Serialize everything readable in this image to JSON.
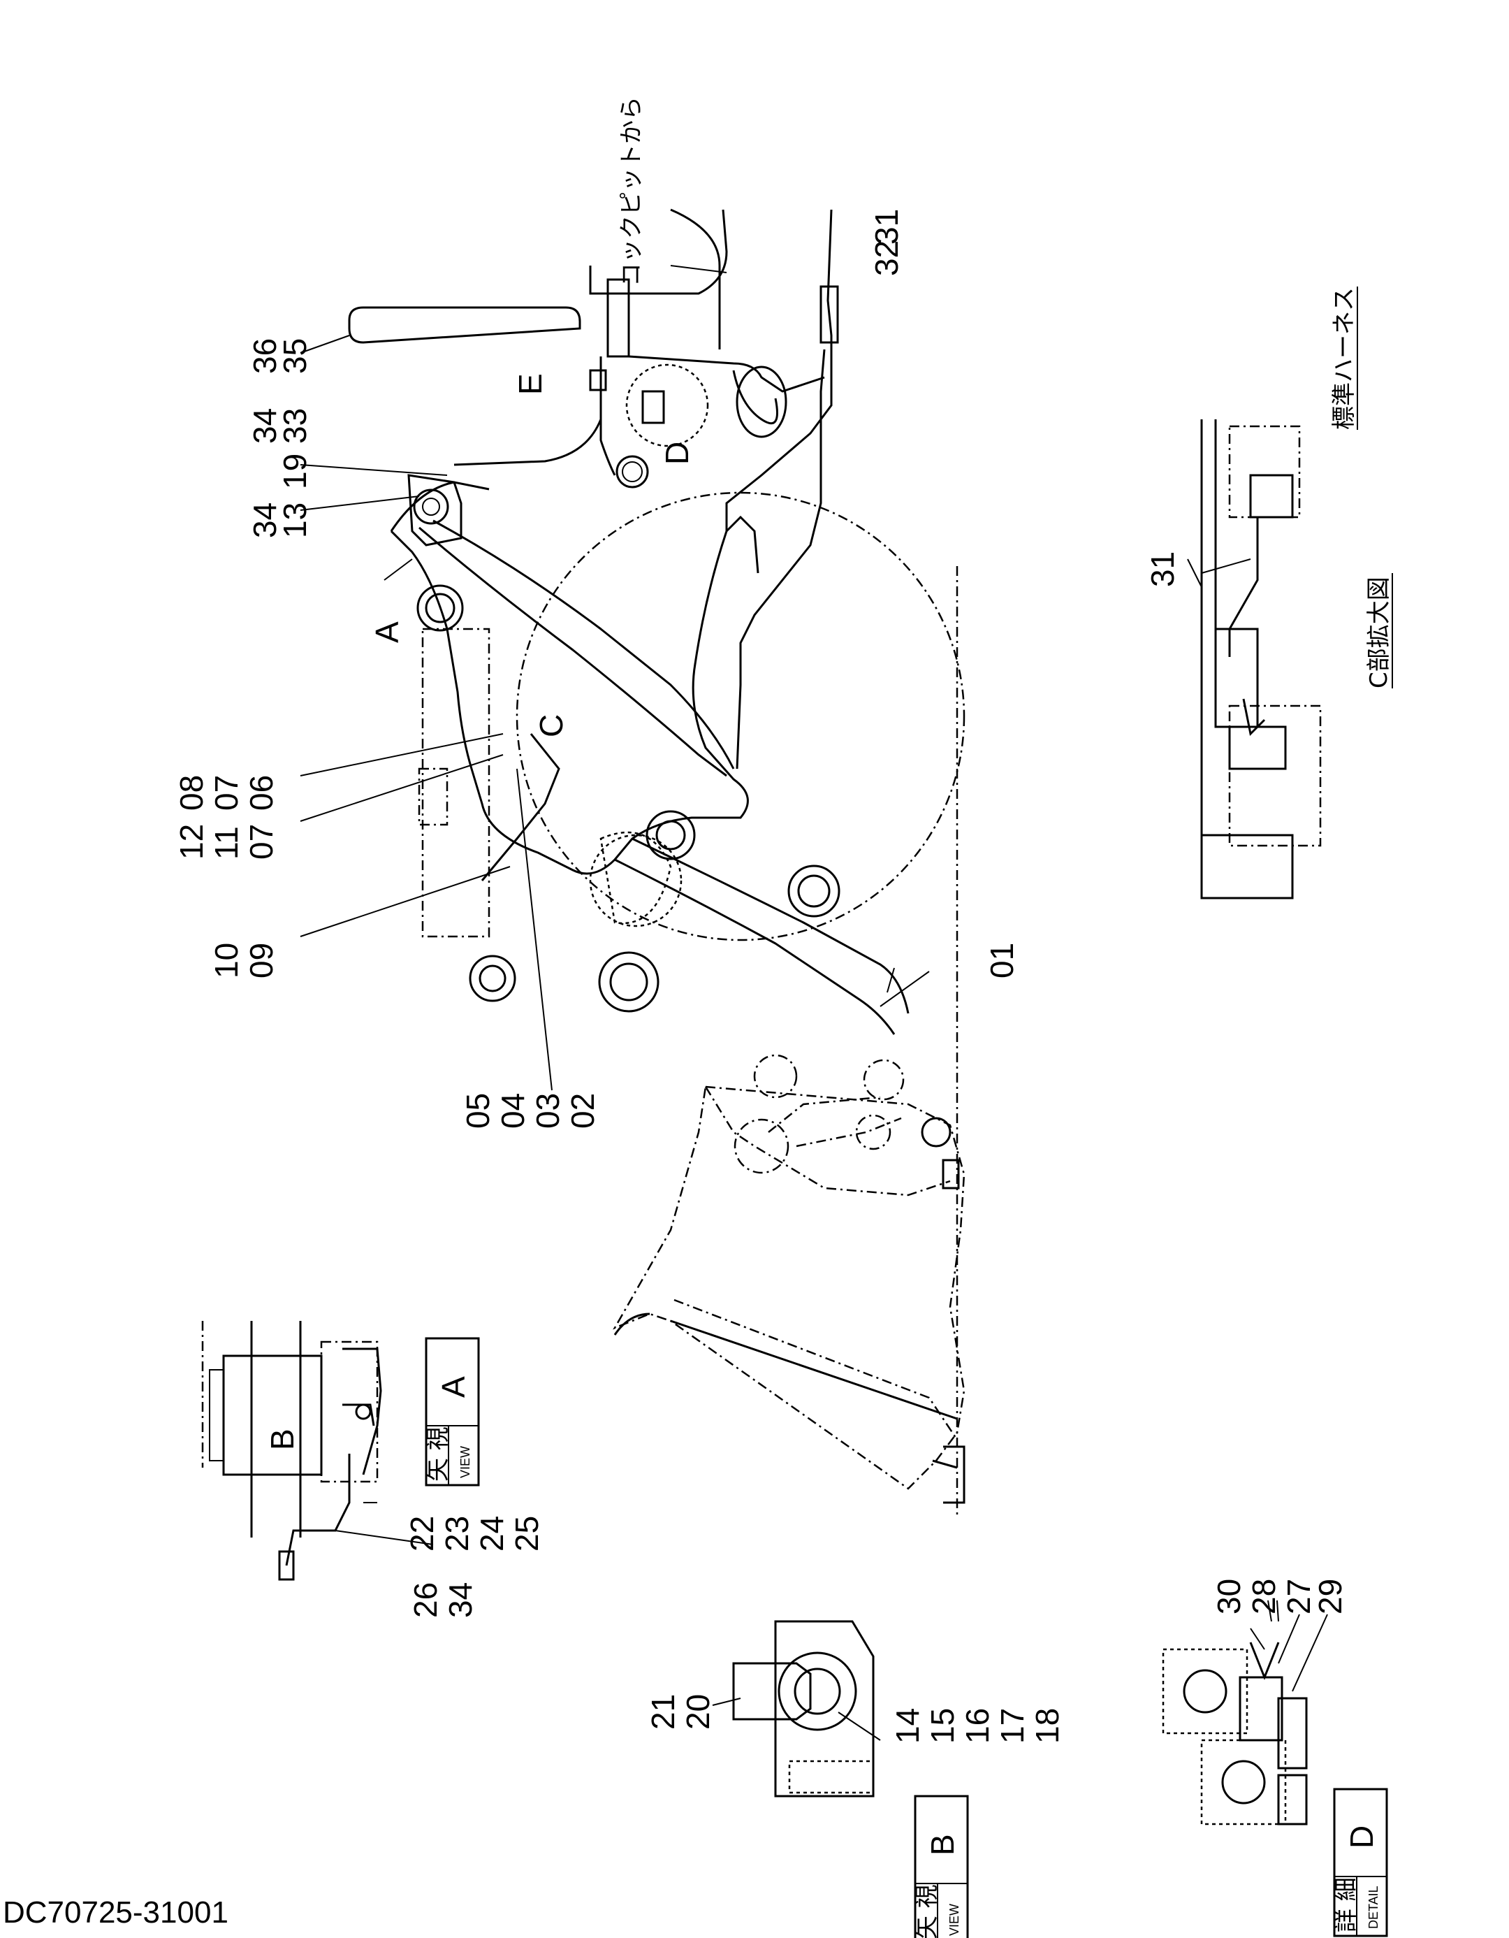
{
  "document_id": "DC70725-31001",
  "labels": {
    "01": "01",
    "02": "02",
    "03": "03",
    "04": "04",
    "05": "05",
    "06": "06",
    "07": "07",
    "08": "08",
    "09": "09",
    "10": "10",
    "11": "11",
    "12": "12",
    "13": "13",
    "14": "14",
    "15": "15",
    "16": "16",
    "17": "17",
    "18": "18",
    "19": "19",
    "20": "20",
    "21": "21",
    "22": "22",
    "23": "23",
    "24": "24",
    "25": "25",
    "26": "26",
    "27": "27",
    "28": "28",
    "29": "29",
    "30": "30",
    "31": "31",
    "32": "32",
    "33": "33",
    "34": "34",
    "35": "35",
    "36": "36"
  },
  "callouts": {
    "A": "A",
    "C": "C",
    "D": "D",
    "E": "E",
    "B": "B"
  },
  "notes": {
    "from_cockpit": "コックピットから",
    "standard_harness": "標準ハーネス",
    "c_detail": "C部拡大図"
  },
  "view_boxes": {
    "view_a": {
      "jp": "矢 視",
      "en": "VIEW",
      "letter": "A"
    },
    "view_b": {
      "jp": "矢 視",
      "en": "VIEW",
      "letter": "B"
    },
    "detail_d": {
      "jp": "詳 細",
      "en": "DETAIL",
      "letter": "D"
    }
  }
}
